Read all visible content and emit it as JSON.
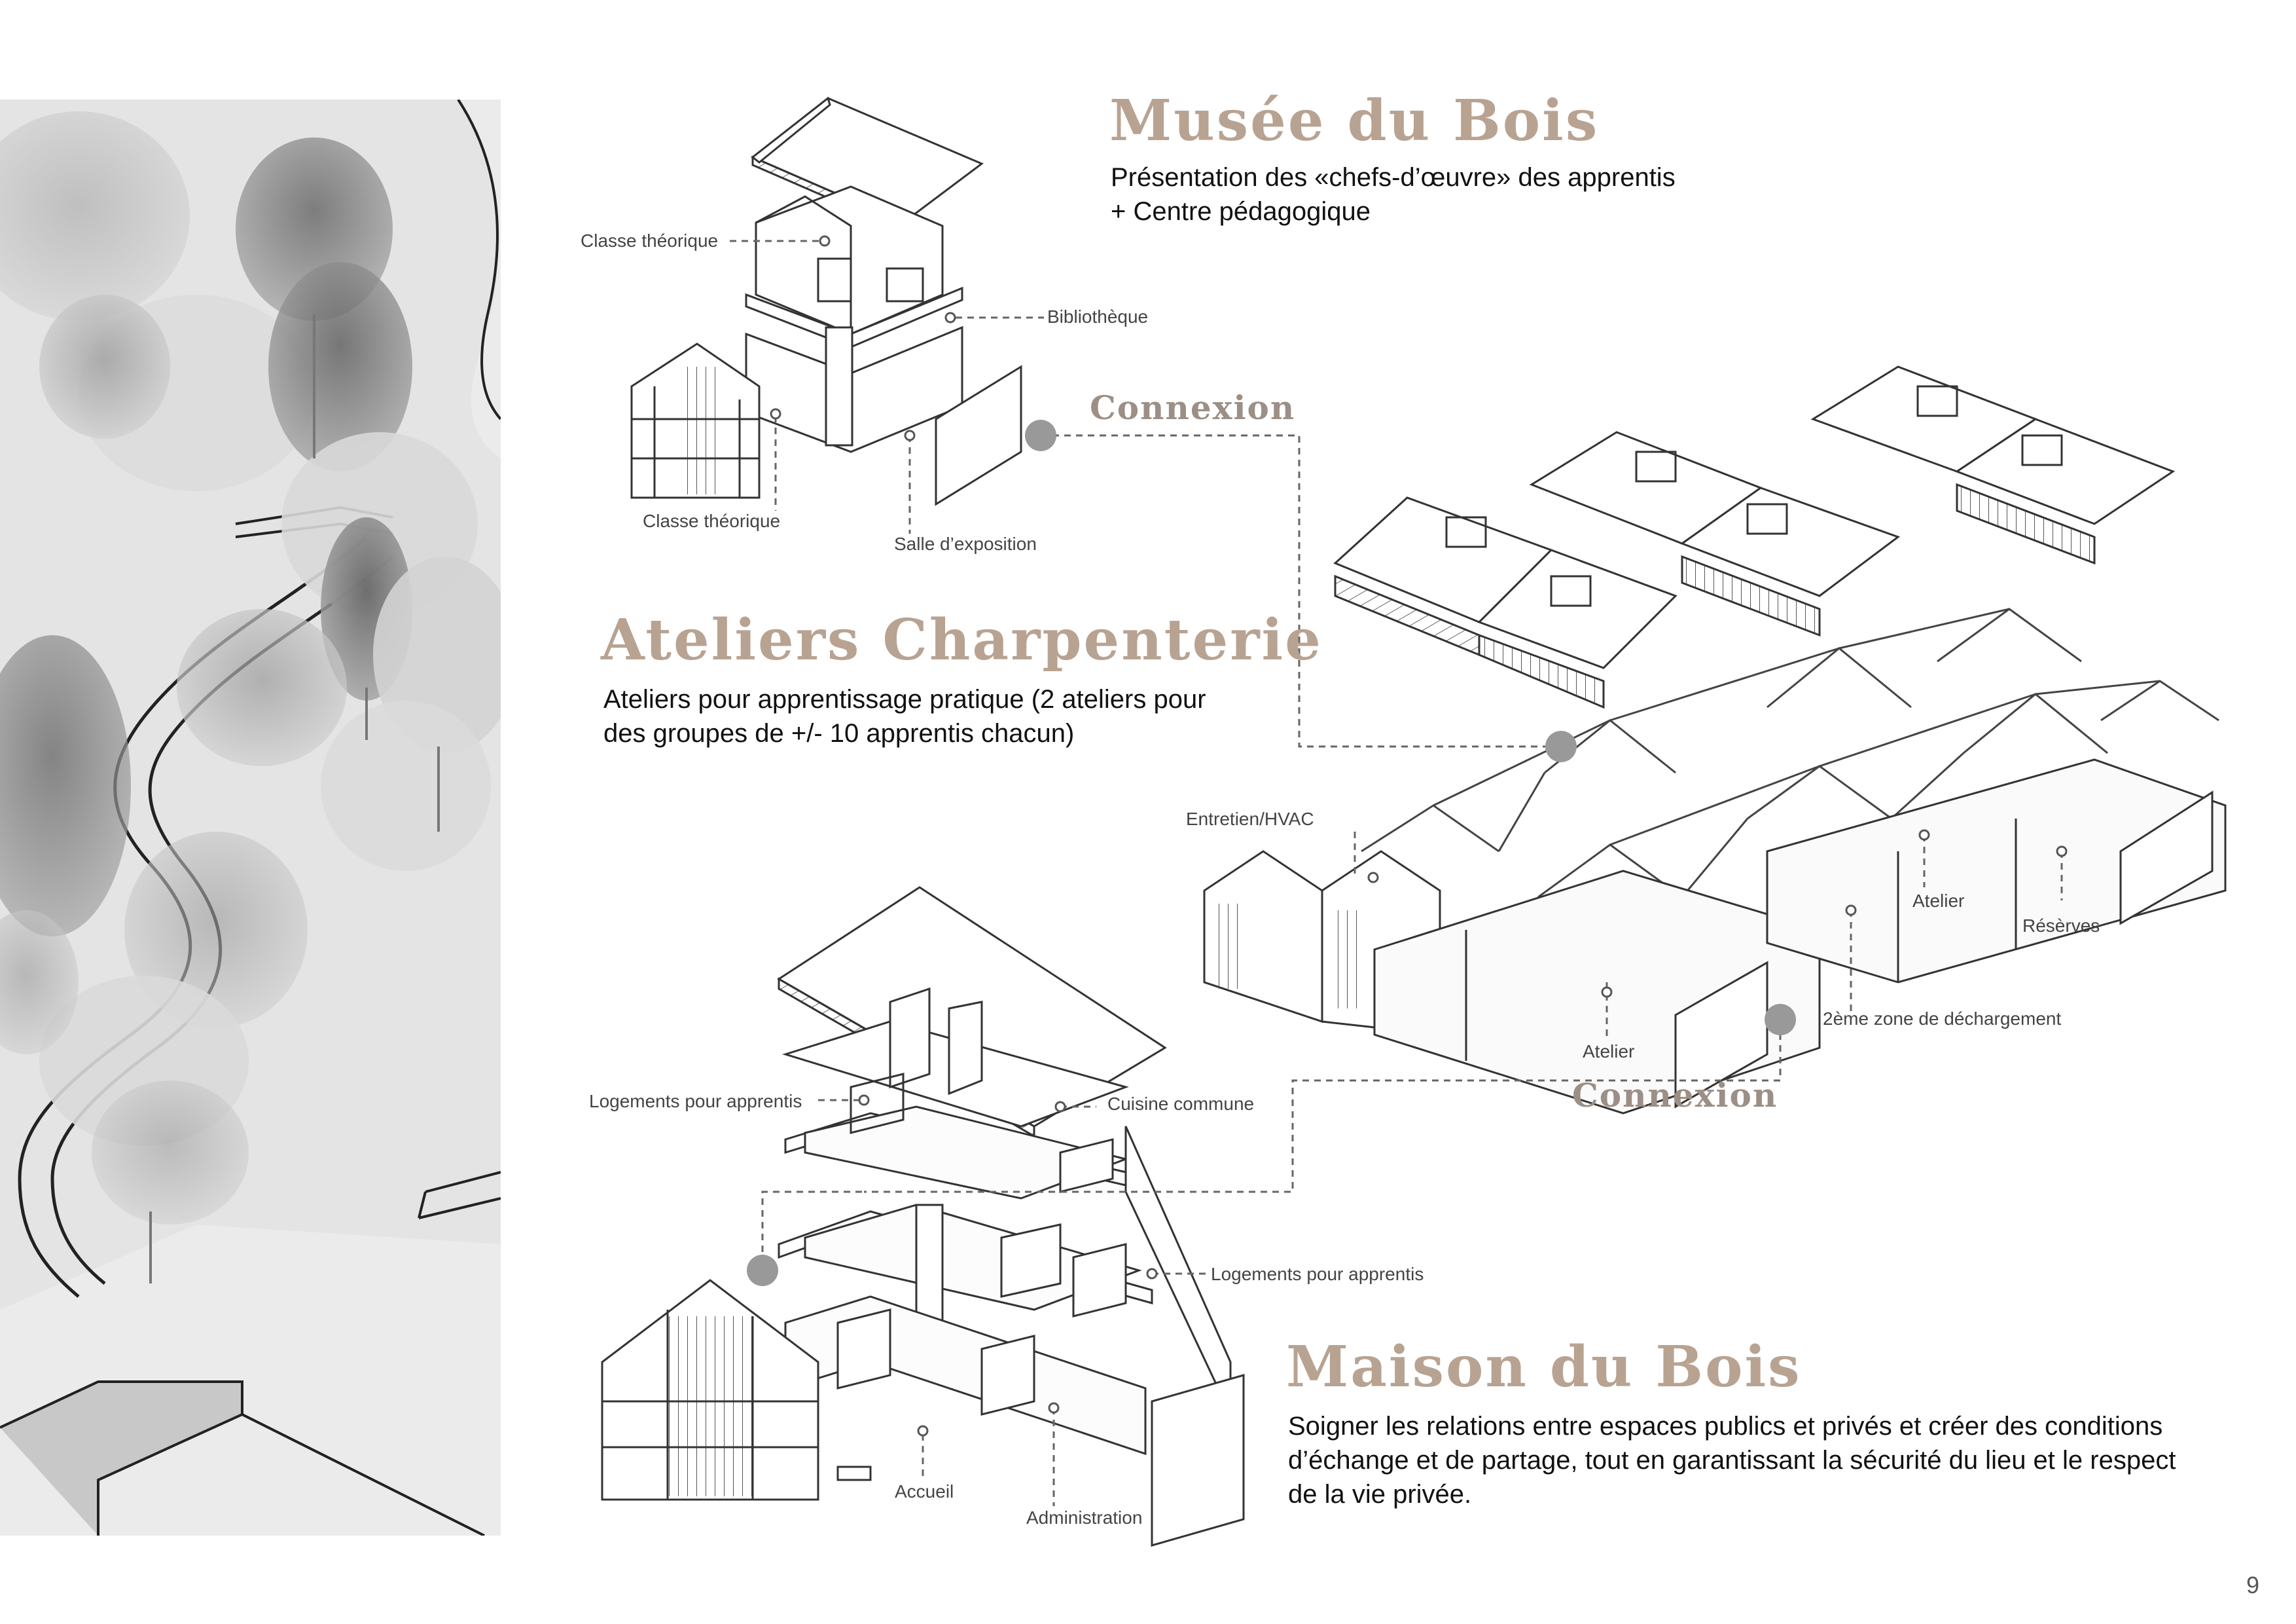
{
  "sections": {
    "musee": {
      "title": "Musée du Bois",
      "desc_line1": "Présentation des «chefs-d’œuvre» des apprentis",
      "desc_line2": "+ Centre pédagogique"
    },
    "ateliers": {
      "title": "Ateliers Charpenterie",
      "desc_line1": "Ateliers pour apprentissage pratique (2 ateliers pour",
      "desc_line2": "des groupes de +/- 10 apprentis chacun)"
    },
    "maison": {
      "title": "Maison du Bois",
      "desc_line1": "Soigner les relations entre espaces publics et privés et créer des conditions",
      "desc_line2": "d’échange et de partage, tout en garantissant la sécurité du lieu et le respect",
      "desc_line3": "de la vie privée."
    }
  },
  "labels": {
    "classe_top": "Classe théorique",
    "bibliotheque": "Bibliothèque",
    "classe_bottom": "Classe théorique",
    "salle_expo": "Salle d’exposition",
    "entretien": "Entretien/HVAC",
    "atelier_right": "Atelier",
    "reserves": "Résèrves",
    "dechargement": "2ème zone de déchargement",
    "atelier_bottom": "Atelier",
    "logements_top": "Logements pour apprentis",
    "cuisine": "Cuisine commune",
    "logements_right": "Logements pour apprentis",
    "accueil": "Accueil",
    "administration": "Administration"
  },
  "connexion_1": "Connexion",
  "connexion_2": "Connexion",
  "page_number": "9",
  "colors": {
    "title": "#b8a392",
    "connexion": "#9c8f86",
    "line": "#333333",
    "dot": "#999999",
    "dashed": "#666666"
  }
}
